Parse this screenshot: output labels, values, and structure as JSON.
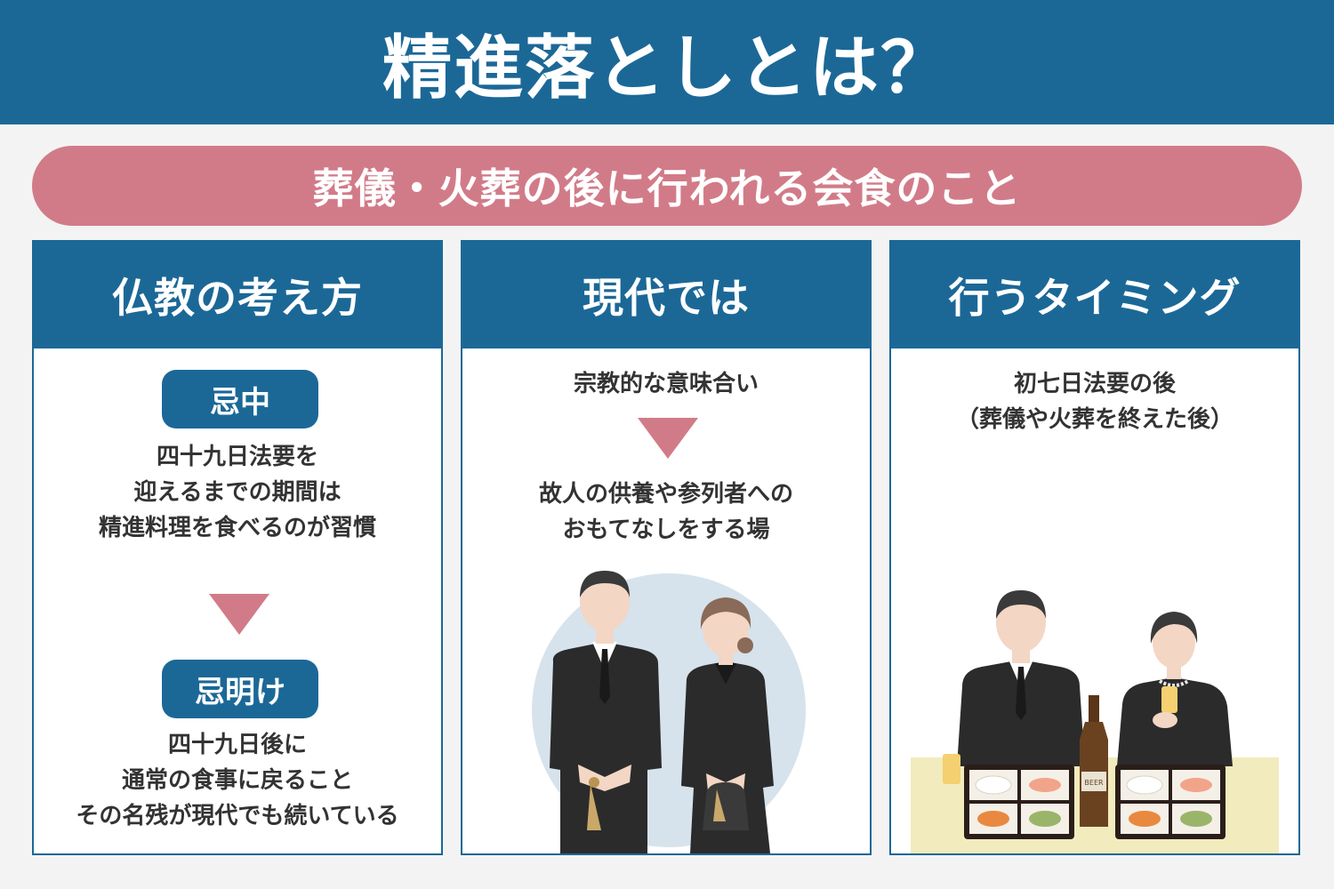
{
  "header": {
    "title": "精進落としとは？"
  },
  "subtitle": {
    "text": "葬儀・火葬の後に行われる会食のこと"
  },
  "colors": {
    "primary": "#1b6897",
    "accent": "#d27b88",
    "background": "#f3f3f3"
  },
  "cards": [
    {
      "title": "仏教の考え方",
      "pill1": "忌中",
      "text1": [
        "四十九日法要を",
        "迎えるまでの期間は",
        "精進料理を食べるのが習慣"
      ],
      "pill2": "忌明け",
      "text2": [
        "四十九日後に",
        "通常の食事に戻ること",
        "その名残が現代でも続いている"
      ]
    },
    {
      "title": "現代では",
      "text1": [
        "宗教的な意味合い"
      ],
      "text2": [
        "故人の供養や参列者への",
        "おもてなしをする場"
      ],
      "illustration": "mourners-couple-illustration"
    },
    {
      "title": "行うタイミング",
      "text1": [
        "初七日法要の後",
        "（葬儀や火葬を終えた後）"
      ],
      "illustration": "memorial-meal-illustration",
      "bottle_label": "BEER"
    }
  ]
}
